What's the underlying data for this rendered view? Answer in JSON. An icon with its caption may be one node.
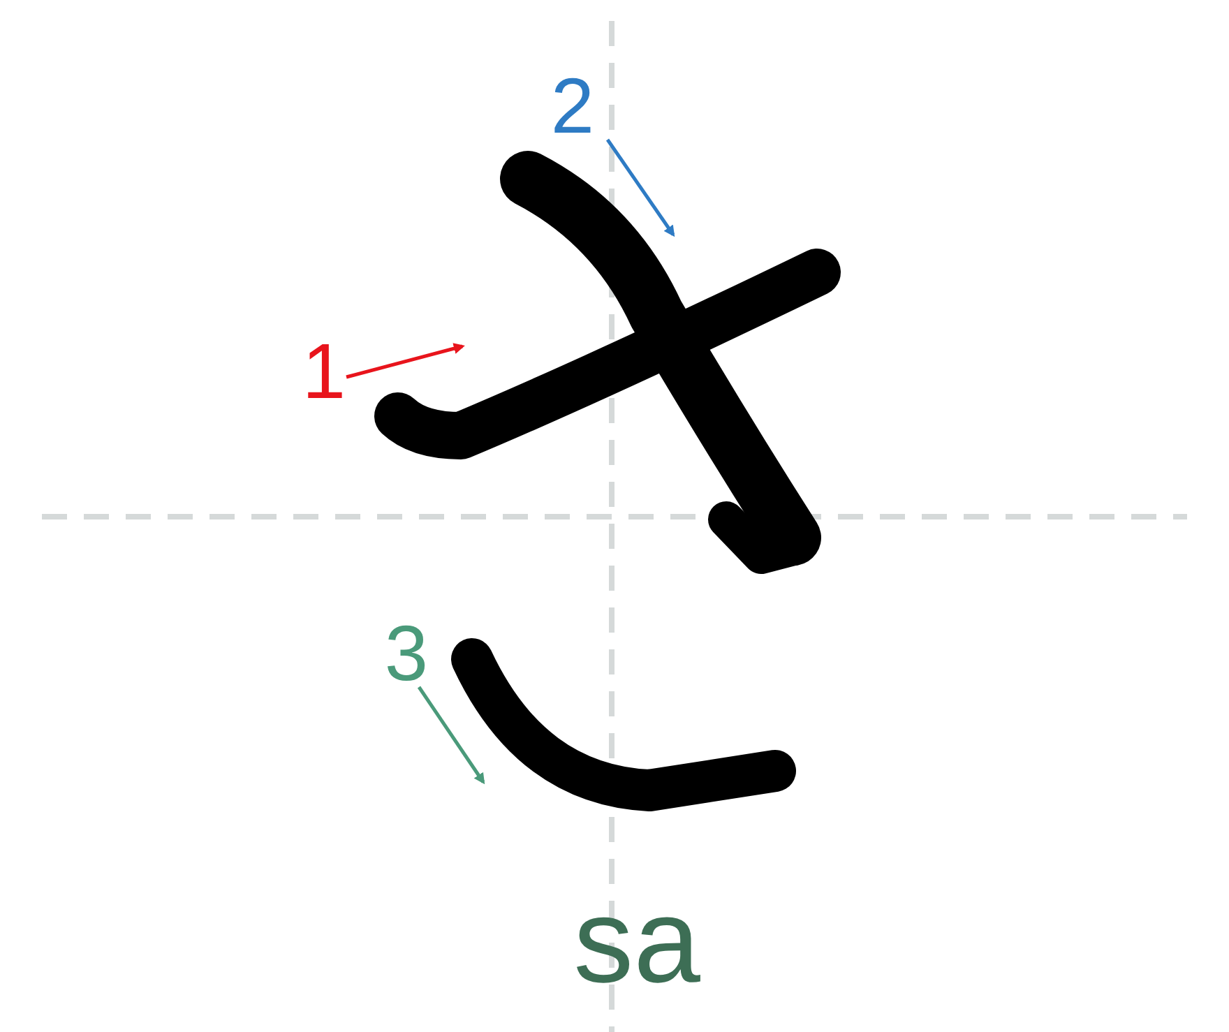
{
  "diagram": {
    "labels": [
      "2",
      "1",
      "3",
      "sa"
    ]
  }
}
